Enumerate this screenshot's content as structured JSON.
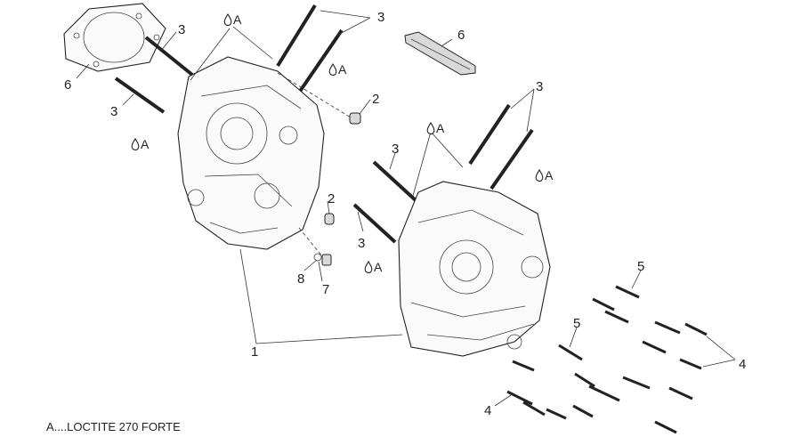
{
  "diagram": {
    "callouts": {
      "c1": "1",
      "c2a": "2",
      "c2b": "2",
      "c3a": "3",
      "c3b": "3",
      "c3c": "3",
      "c3d": "3",
      "c3e": "3",
      "c3f": "3",
      "c4a": "4",
      "c4b": "4",
      "c5a": "5",
      "c5b": "5",
      "c6a": "6",
      "c6b": "6",
      "c7": "7",
      "c8": "8",
      "locA1": "A",
      "locA2": "A",
      "locA3": "A",
      "locA4": "A",
      "locA5": "A",
      "locA6": "A"
    },
    "legend": "A....LOCTITE 270 FORTE"
  }
}
